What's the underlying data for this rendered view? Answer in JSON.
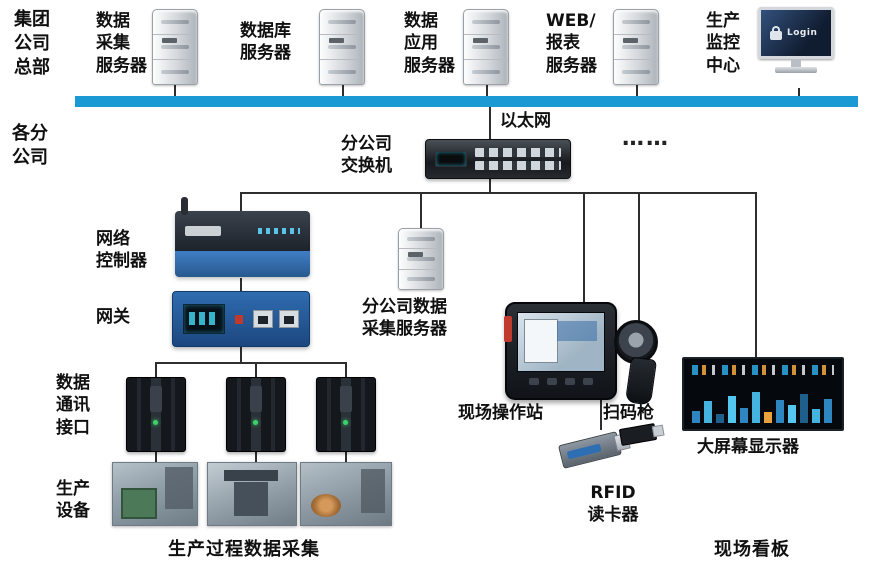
{
  "colors": {
    "ethernet_bar": "#1b99d5",
    "connector": "#2e2e2e",
    "accent_blue": "#2e6fb3"
  },
  "hq": {
    "title": "集团\n公司\n总部",
    "servers": [
      {
        "label": "数据\n采集\n服务器"
      },
      {
        "label": "数据库\n服务器"
      },
      {
        "label": "数据\n应用\n服务器"
      },
      {
        "label": "WEB/\n报表\n服务器"
      }
    ],
    "monitor": {
      "label": "生产\n监控\n中心",
      "screen_text": "Login"
    }
  },
  "branch": {
    "title": "各分\n公司",
    "ethernet_label": "以太网",
    "switch_label": "分公司\n交换机",
    "dots": "……",
    "controller_label": "网络\n控制器",
    "gateway_label": "网关",
    "branch_server_label": "分公司数据\n采集服务器",
    "data_comm_label": "数据\n通讯\n接口",
    "equipment_label": "生产\n设备",
    "station_label": "现场操作站",
    "scanner_label": "扫码枪",
    "rfid_label": "RFID\n读卡器",
    "big_screen_label": "大屏幕显示器"
  },
  "captions": {
    "bottom_left": "生产过程数据采集",
    "bottom_right": "现场看板"
  }
}
